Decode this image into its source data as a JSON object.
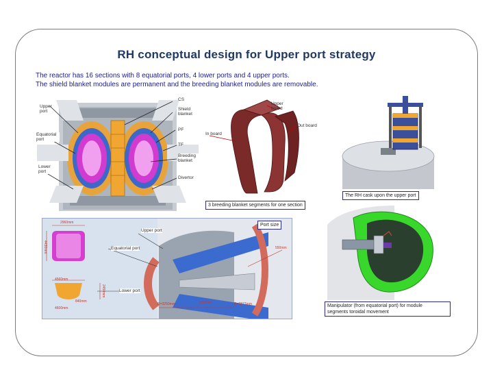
{
  "slide": {
    "title": "RH conceptual design for Upper port strategy",
    "intro_line1": "The reactor has 16 sections with 8 equatorial ports, 4 lower ports and  4 upper ports.",
    "intro_line2": "The shield blanket modules are permanent and the breeding blanket modules are removable."
  },
  "cross_section": {
    "left_labels": [
      "Upper port",
      "Equatorial port",
      "Lower port"
    ],
    "right_labels": [
      "CS",
      "Shield blanket",
      "PF",
      "TF",
      "Breeding blanket",
      "Divertor"
    ]
  },
  "blanket_segment": {
    "labels": [
      "Upper board",
      "Out board",
      "In board"
    ],
    "caption": "3 breeding blanket segments for one section"
  },
  "cask": {
    "caption": "The RH cask upon the upper port"
  },
  "port_size": {
    "caption": "Port size",
    "labels": [
      "Upper port",
      "Equatorial port",
      "Lower port"
    ],
    "dimensions": [
      "2960mm",
      "4430mm",
      "4560mm",
      "2450mm",
      "840mm",
      "4600mm",
      "R=3250mm",
      "2750mm",
      "R=6877mm",
      "550mm"
    ]
  },
  "manipulator": {
    "caption_line1": "Manipulator (from equatorial port) for module",
    "caption_line2": "segments toroidal movement"
  }
}
